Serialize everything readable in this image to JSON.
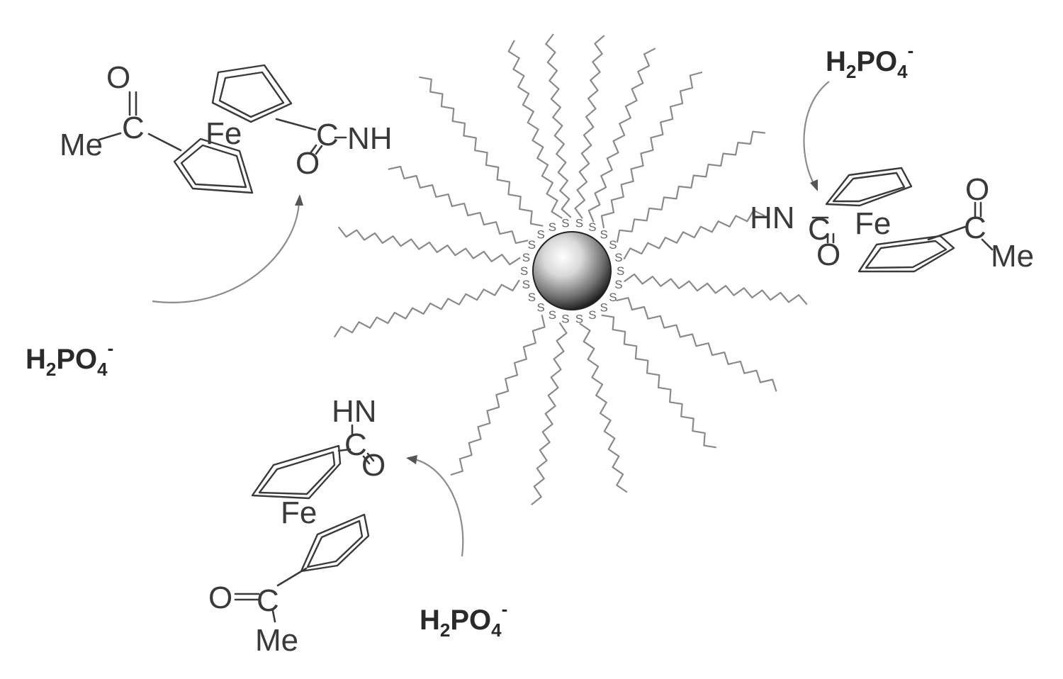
{
  "labels": {
    "me": "Me",
    "fe": "Fe",
    "c": "C",
    "o": "O",
    "nh": "NH",
    "hn": "HN",
    "s": "S"
  },
  "anion": {
    "h": "H",
    "h_sub": "2",
    "po": "PO",
    "po_sub": "4",
    "charge": "-"
  }
}
